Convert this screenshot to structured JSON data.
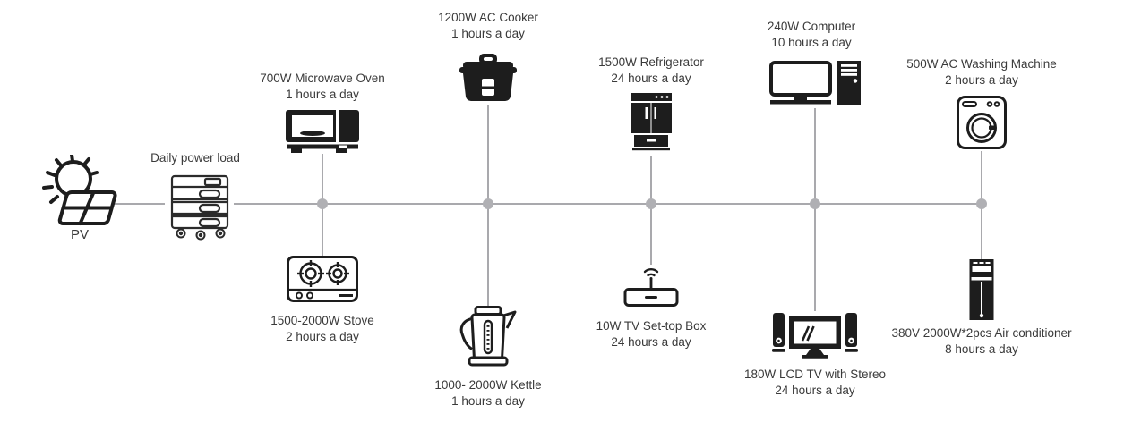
{
  "colors": {
    "background": "#ffffff",
    "bus_line": "#a9a9ad",
    "junction_dot": "#b0b0b4",
    "text": "#3a3a3a",
    "icon": "#1d1d1d"
  },
  "source": {
    "pv_label": "PV",
    "battery_label": "Daily power load"
  },
  "devices": [
    {
      "id": "microwave",
      "power": "700W Microwave Oven",
      "hours": "1 hours a day"
    },
    {
      "id": "ac-cooker",
      "power": "1200W AC Cooker",
      "hours": "1 hours a day"
    },
    {
      "id": "refrigerator",
      "power": "1500W Refrigerator",
      "hours": "24 hours a day"
    },
    {
      "id": "computer",
      "power": "240W Computer",
      "hours": "10 hours a day"
    },
    {
      "id": "washing-machine",
      "power": "500W AC Washing Machine",
      "hours": "2 hours a day"
    },
    {
      "id": "stove",
      "power": "1500-2000W Stove",
      "hours": "2 hours a day"
    },
    {
      "id": "kettle",
      "power": "1000- 2000W Kettle",
      "hours": "1 hours a day"
    },
    {
      "id": "tv-set-top-box",
      "power": "10W TV Set-top Box",
      "hours": "24 hours a day"
    },
    {
      "id": "lcd-tv",
      "power": "180W LCD TV with Stereo",
      "hours": "24 hours a day"
    },
    {
      "id": "air-conditioner",
      "power": "380V 2000W*2pcs Air conditioner",
      "hours": "8 hours a day"
    }
  ]
}
